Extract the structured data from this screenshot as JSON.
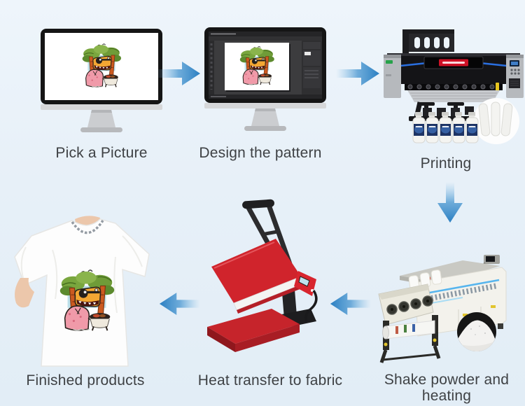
{
  "page": {
    "title": "DTF printing process steps",
    "background_top": "#eef5fb",
    "background_bottom": "#e2edf6",
    "label_color": "#3e4144",
    "arrow_color": "#2b7fc2"
  },
  "steps": [
    {
      "id": "pick-a-picture",
      "label": "Pick a Picture",
      "illustration": "desktop-monitor-with-cartoon-artwork"
    },
    {
      "id": "design-the-pattern",
      "label": "Design the pattern",
      "illustration": "desktop-monitor-with-photo-editing-software"
    },
    {
      "id": "printing",
      "label": "Printing",
      "illustration": "dtf-printer-with-ink-bottles-and-film-rolls"
    },
    {
      "id": "shake-powder-and-heating",
      "label": "Shake powder and heating",
      "illustration": "powder-shaker-machine-with-powder-sample"
    },
    {
      "id": "heat-transfer-to-fabric",
      "label": "Heat transfer to fabric",
      "illustration": "heat-press-machine"
    },
    {
      "id": "finished-products",
      "label": "Finished products",
      "illustration": "model-wearing-printed-tshirt"
    }
  ],
  "flow": [
    {
      "from": "pick-a-picture",
      "to": "design-the-pattern",
      "arrow": "right"
    },
    {
      "from": "design-the-pattern",
      "to": "printing",
      "arrow": "right"
    },
    {
      "from": "printing",
      "to": "shake-powder-and-heating",
      "arrow": "down"
    },
    {
      "from": "shake-powder-and-heating",
      "to": "heat-transfer-to-fabric",
      "arrow": "left"
    },
    {
      "from": "heat-transfer-to-fabric",
      "to": "finished-products",
      "arrow": "left"
    }
  ]
}
